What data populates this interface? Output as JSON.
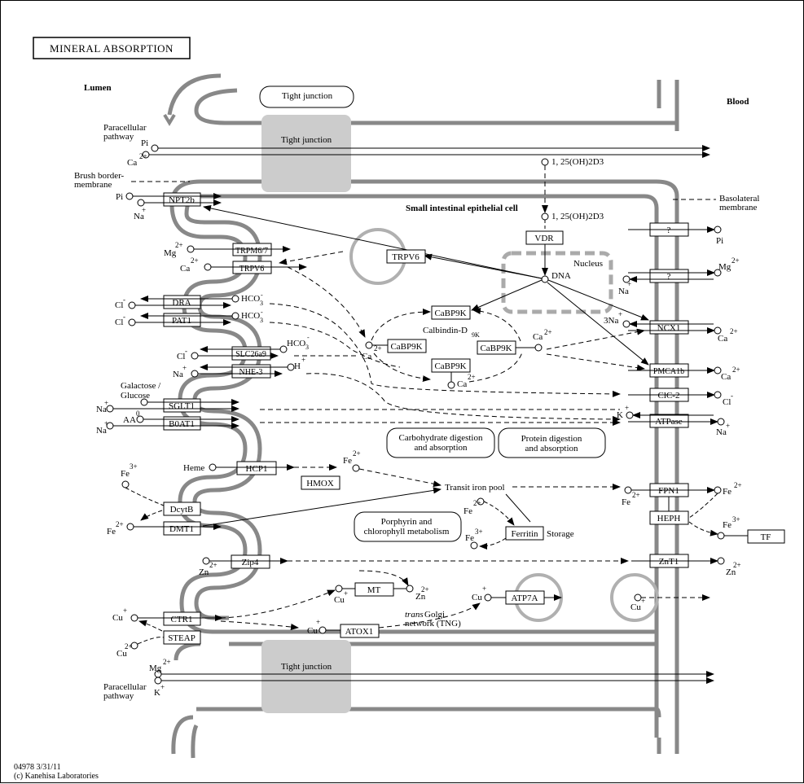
{
  "title": "MINERAL ABSORPTION",
  "regions": {
    "lumen": "Lumen",
    "blood": "Blood",
    "cell": "Small intestinal epithelial cell",
    "nucleus": "Nucleus"
  },
  "membranes": {
    "brush_border": "Brush border-",
    "brush_border2": "membrane",
    "basolateral": "Basolateral",
    "basolateral2": "membrane"
  },
  "paracellular": {
    "line1": "Paracellular",
    "line2": "pathway"
  },
  "tight_junction": "Tight junction",
  "calcitriol": "1, 25(OH)2D3",
  "dna": "DNA",
  "calbindin": "Calbindin-D",
  "calbindin_sub": "9K",
  "genes_apical": {
    "npt2b": "NPT2b",
    "trpm67": "TRPM6/7",
    "trpv6": "TRPV6",
    "dra": "DRA",
    "pat1": "PAT1",
    "slc26a9": "SLC26a9",
    "nhe3": "NHE-3",
    "sglt1": "SGLT1",
    "b0at1": "B0AT1",
    "hcp1": "HCP1",
    "dcytb": "DcytB",
    "dmt1": "DMT1",
    "zip4": "Zip4",
    "ctr1": "CTR1",
    "steap": "STEAP"
  },
  "genes_cell": {
    "trpv6b": "TRPV6",
    "vdr": "VDR",
    "cabp1": "CaBP9K",
    "cabp2": "CaBP9K",
    "cabp3": "CaBP9K",
    "cabp4": "CaBP9K",
    "hmox": "HMOX",
    "ferritin": "Ferritin",
    "mt": "MT",
    "atox1": "ATOX1",
    "atp7a": "ATP7A"
  },
  "genes_baso": {
    "q1": "?",
    "q2": "?",
    "ncx1": "NCX1",
    "pmca1b": "PMCA1b",
    "clc2": "ClC-2",
    "atpase": "ATPase",
    "fpn1": "FPN1",
    "heph": "HEPH",
    "znt1": "ZnT1",
    "tf": "TF"
  },
  "pathways": {
    "carb": [
      "Carbohydrate digestion",
      "and absorption"
    ],
    "protein": [
      "Protein digestion",
      "and absorption"
    ],
    "porphyrin": [
      "Porphyrin and",
      "chlorophyll metabolism"
    ]
  },
  "labels": {
    "transit": "Transit iron pool",
    "storage": "Storage",
    "heme": "Heme",
    "golgi1": "Golgi",
    "golgi_trans": "trans",
    "golgi2": "network (TNG)",
    "galactose": "Galactose /",
    "glucose": "Glucose",
    "na3": "3Na"
  },
  "ions": {
    "pi": "Pi",
    "ca": "Ca",
    "na": "Na",
    "mg": "Mg",
    "cl": "Cl",
    "hco3": "HCO",
    "h": "H",
    "k": "K",
    "aa": "AA",
    "fe": "Fe",
    "zn": "Zn",
    "cu": "Cu"
  },
  "footer": {
    "line1": "04978 3/31/11",
    "line2": "(c) Kanehisa Laboratories"
  },
  "colors": {
    "membrane": "#888888",
    "tight_junction": "#cccccc",
    "nucleus": "#aaaaaa",
    "vesicle": "#b0b0b0"
  }
}
